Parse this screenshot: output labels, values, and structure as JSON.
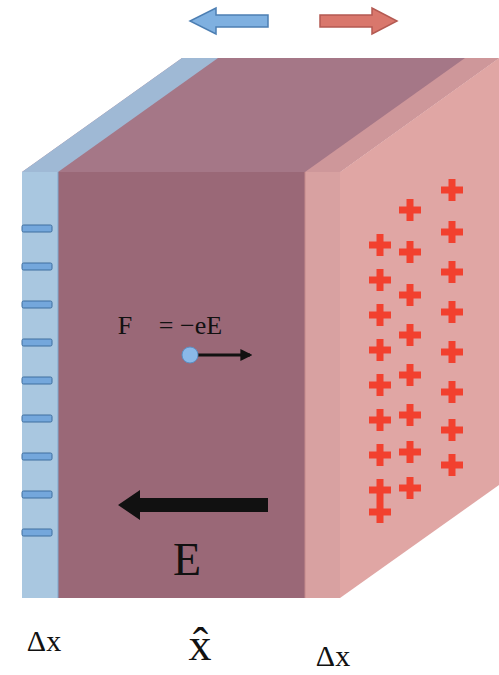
{
  "diagram": {
    "labels": [
      "F⃗ = −eE⃗",
      "E⃗",
      "Δx",
      "x̂⃗",
      "Δx"
    ]
  }
}
